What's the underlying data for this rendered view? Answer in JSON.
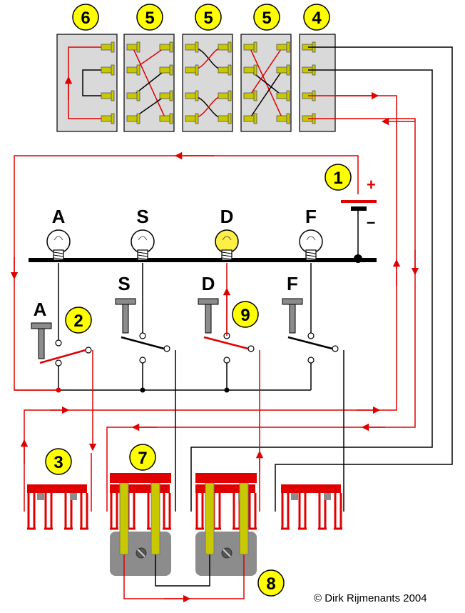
{
  "colors": {
    "wire_active": "#e00000",
    "wire_idle": "#000000",
    "rotor_body": "#d9d9d9",
    "callout_fill": "#ffff00",
    "lamp_lit": "#ffee44",
    "contact": "#c8c800",
    "key_red": "#e00000",
    "plate_gray": "#8c8c8c"
  },
  "callouts": {
    "n6": "6",
    "n5a": "5",
    "n5b": "5",
    "n5c": "5",
    "n4": "4",
    "n1": "1",
    "n2": "2",
    "n9": "9",
    "n3": "3",
    "n7": "7",
    "n8": "8"
  },
  "battery": {
    "plus": "+",
    "minus": "–"
  },
  "lamps": {
    "a": {
      "label": "A",
      "lit": false
    },
    "s": {
      "label": "S",
      "lit": false
    },
    "d": {
      "label": "D",
      "lit": true
    },
    "f": {
      "label": "F",
      "lit": false
    }
  },
  "keys": {
    "a": {
      "label": "A",
      "pressed": true
    },
    "s": {
      "label": "S",
      "pressed": false
    },
    "d": {
      "label": "D",
      "pressed": false
    },
    "f": {
      "label": "F",
      "pressed": false
    }
  },
  "credit": "© Dirk Rijmenants 2004"
}
